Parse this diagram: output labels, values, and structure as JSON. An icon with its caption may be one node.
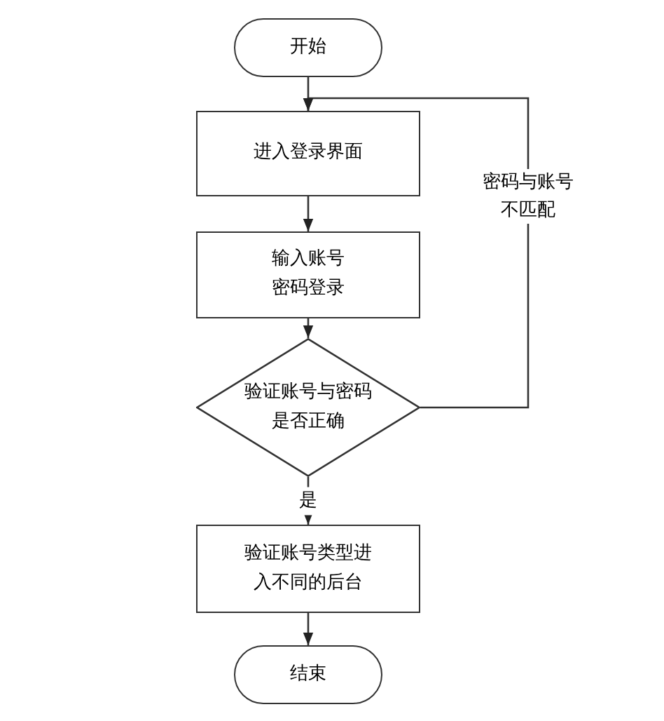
{
  "diagram": {
    "nodes": [
      {
        "text": [
          "开始"
        ]
      },
      {
        "text": [
          "进入登录界面"
        ]
      },
      {
        "text": [
          "输入账号密码登录"
        ]
      },
      {
        "text": [
          "验证账号与密码是否正确"
        ]
      },
      {
        "text": [
          "验证账号类型进入不同的后台"
        ]
      },
      {
        "text": [
          "结束"
        ]
      }
    ],
    "edges": [
      {
        "from": 0,
        "to": 1,
        "arrow": "to"
      },
      {
        "from": 1,
        "to": 2,
        "arrow": "to"
      },
      {
        "from": 2,
        "to": 3,
        "arrow": "to"
      },
      {
        "from": 3,
        "to": 4,
        "arrow": "to",
        "label": "是"
      },
      {
        "from": 4,
        "to": 5,
        "arrow": "to"
      },
      {
        "from": 3,
        "to": 1,
        "arrow": "to",
        "label": "密码与账号不匹配"
      }
    ]
  }
}
